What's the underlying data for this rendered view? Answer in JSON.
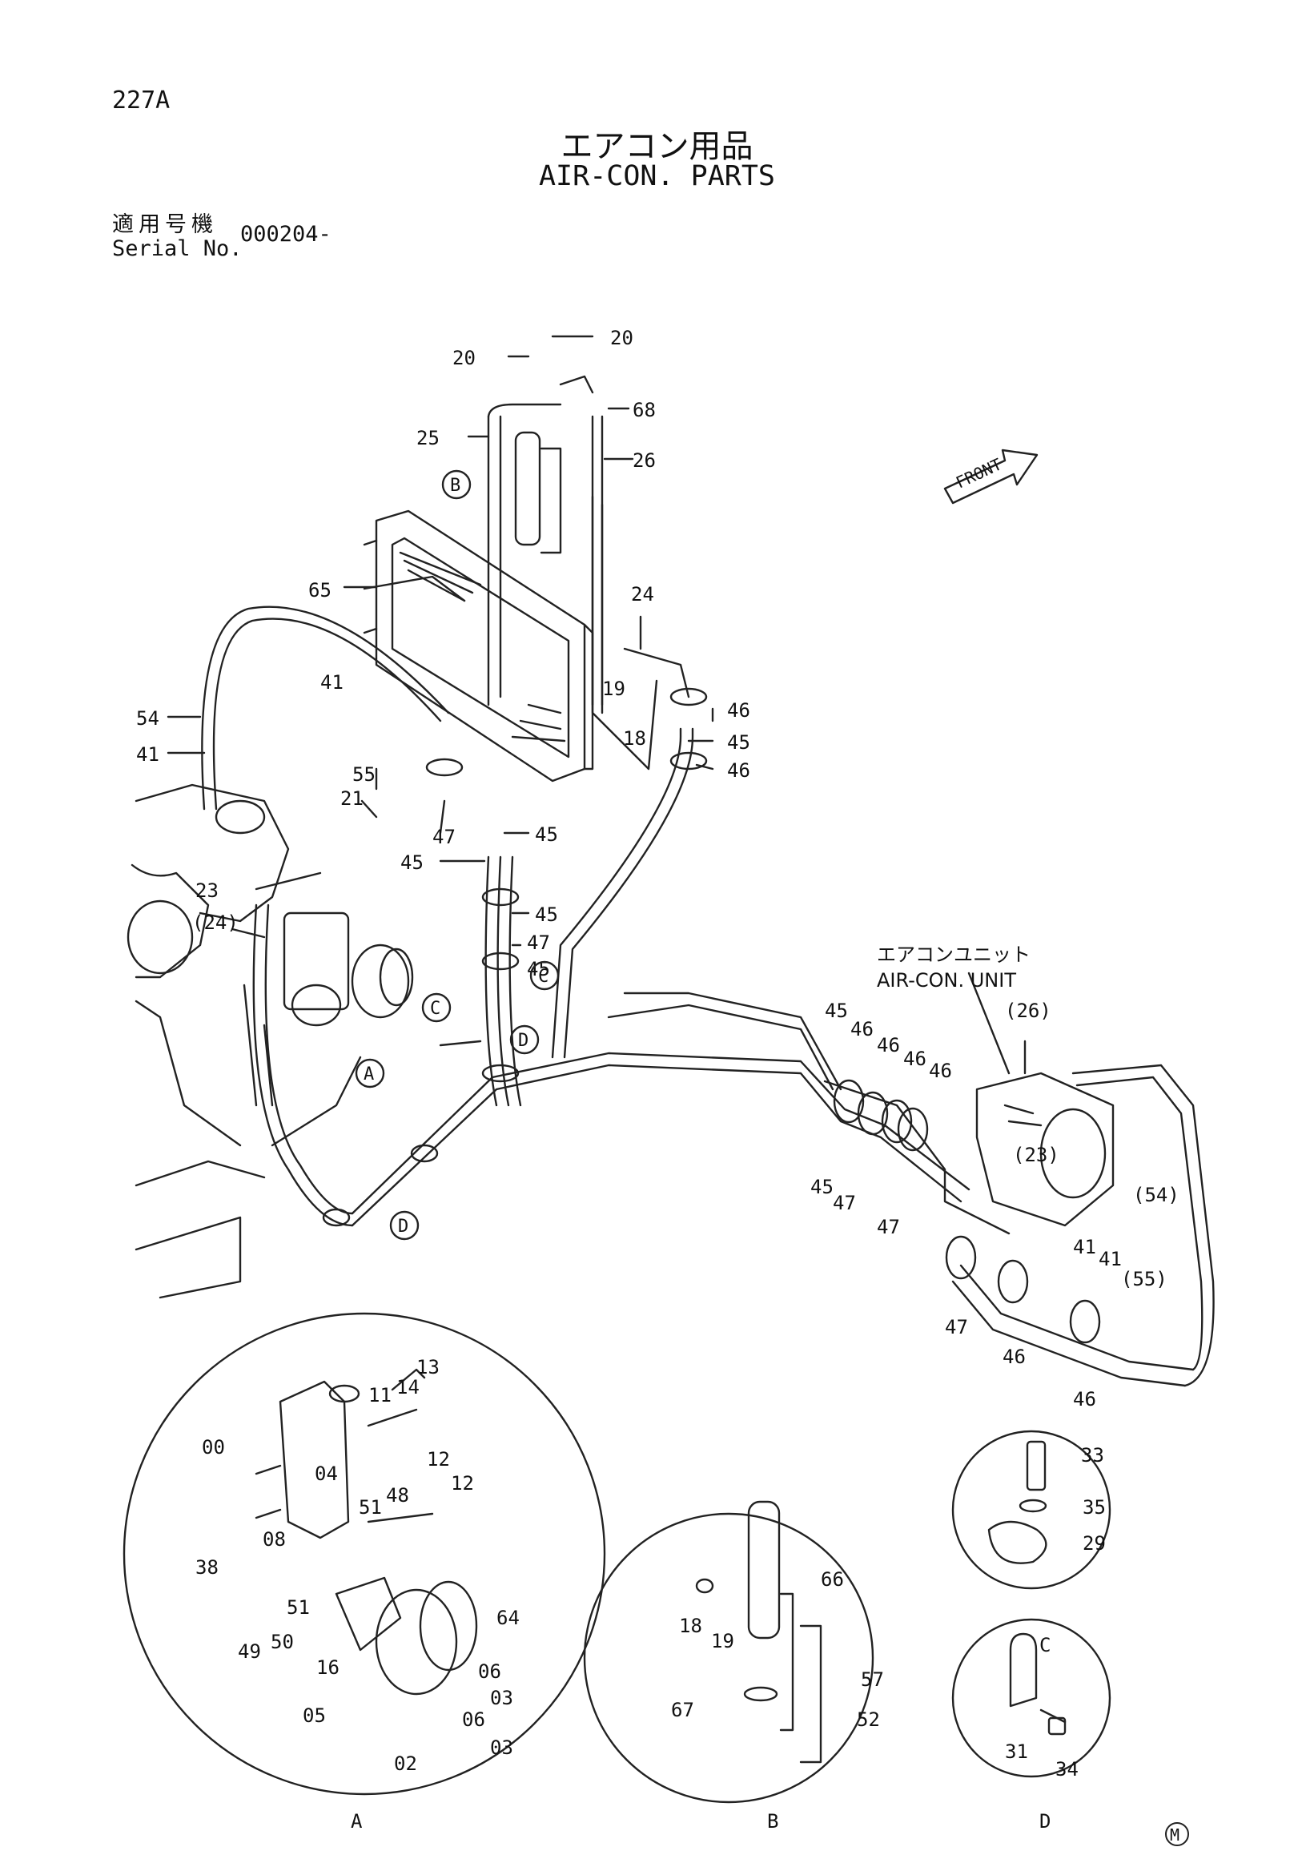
{
  "header": {
    "page_no": "227A",
    "title_jp": "エアコン用品",
    "title_en": "AIR-CON. PARTS",
    "serial_label_jp": "適用号機",
    "serial_label_en": "Serial No.",
    "serial_value": "000204-"
  },
  "front_label": "FRONT",
  "unit_label_jp": "エアコンユニット",
  "unit_label_en": "AIR-CON. UNIT",
  "main_labels": [
    "20",
    "20",
    "68",
    "25",
    "26",
    "65",
    "24",
    "54",
    "41",
    "41",
    "55",
    "21",
    "19",
    "18",
    "46",
    "45",
    "46",
    "47",
    "45",
    "45",
    "23",
    "(24)",
    "45",
    "47",
    "45",
    "(26)",
    "45",
    "46",
    "46",
    "46",
    "46",
    "(23)",
    "(54)",
    "45",
    "47",
    "47",
    "41",
    "41",
    "(55)",
    "47",
    "46",
    "46"
  ],
  "callouts": {
    "main": [
      "B",
      "A",
      "C",
      "C",
      "D",
      "D"
    ],
    "detail": [
      "A",
      "B",
      "C",
      "D"
    ]
  },
  "detail_A_labels": [
    "13",
    "14",
    "11",
    "00",
    "12",
    "12",
    "04",
    "48",
    "51",
    "08",
    "38",
    "64",
    "51",
    "50",
    "49",
    "16",
    "06",
    "03",
    "06",
    "03",
    "05",
    "02"
  ],
  "detail_B_labels": [
    "66",
    "18",
    "19",
    "57",
    "67",
    "52"
  ],
  "detail_C_labels": [
    "33",
    "35",
    "29"
  ],
  "detail_D_labels": [
    "31",
    "34"
  ],
  "footer_mark": "M"
}
